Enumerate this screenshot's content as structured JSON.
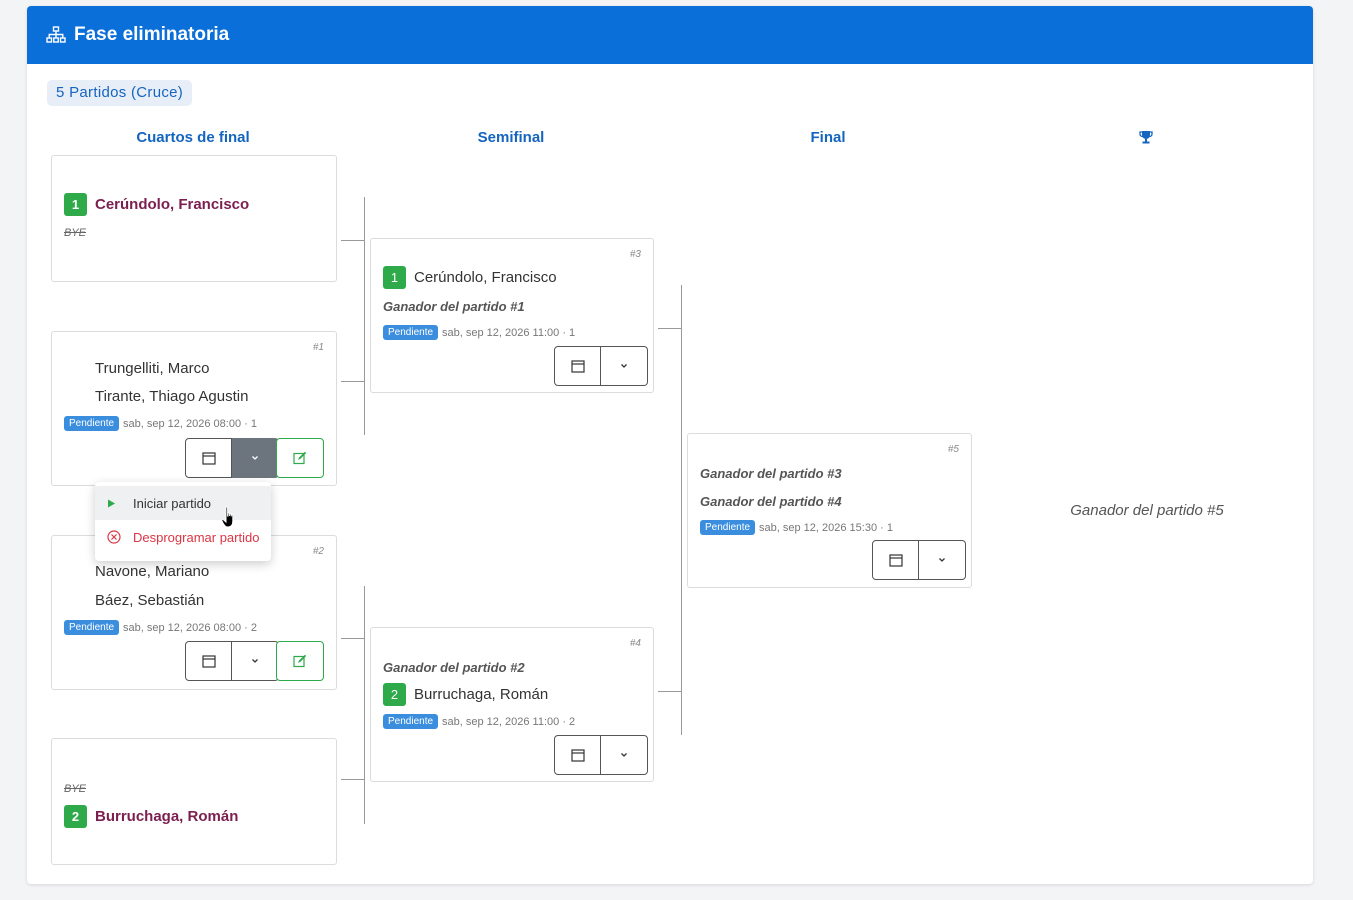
{
  "header": {
    "title": "Fase eliminatoria",
    "icon": "sitemap-icon"
  },
  "summary_badge": "5 Partidos (Cruce)",
  "rounds": {
    "quarters": "Cuartos de final",
    "semis": "Semifinal",
    "final": "Final",
    "champion_icon": "trophy-icon"
  },
  "status_label": "Pendiente",
  "bye_label": "BYE",
  "matches": {
    "q1": {
      "seed": "1",
      "player1": "Cerúndolo, Francisco"
    },
    "m1": {
      "num": "#1",
      "player1": "Trungelliti, Marco",
      "player2": "Tirante, Thiago Agustin",
      "schedule": "sab, sep 12, 2026 08:00 · 1"
    },
    "m2": {
      "num": "#2",
      "player1": "Navone, Mariano",
      "player2": "Báez, Sebastián",
      "schedule": "sab, sep 12, 2026 08:00 · 2"
    },
    "q4": {
      "seed": "2",
      "player2": "Burruchaga, Román"
    },
    "m3": {
      "num": "#3",
      "seed": "1",
      "player1": "Cerúndolo, Francisco",
      "player2": "Ganador del partido #1",
      "schedule": "sab, sep 12, 2026 11:00 · 1"
    },
    "m4": {
      "num": "#4",
      "player1": "Ganador del partido #2",
      "seed": "2",
      "player2": "Burruchaga, Román",
      "schedule": "sab, sep 12, 2026 11:00 · 2"
    },
    "m5": {
      "num": "#5",
      "player1": "Ganador del partido #3",
      "player2": "Ganador del partido #4",
      "schedule": "sab, sep 12, 2026 15:30 · 1"
    }
  },
  "champion": "Ganador del partido #5",
  "dropdown": {
    "start": "Iniciar partido",
    "unschedule": "Desprogramar partido"
  },
  "colors": {
    "header": "#0a6fd8",
    "seed": "#2eaa4a",
    "winner": "#7b1f4f",
    "status": "#3b8ede",
    "danger": "#dc3545"
  }
}
